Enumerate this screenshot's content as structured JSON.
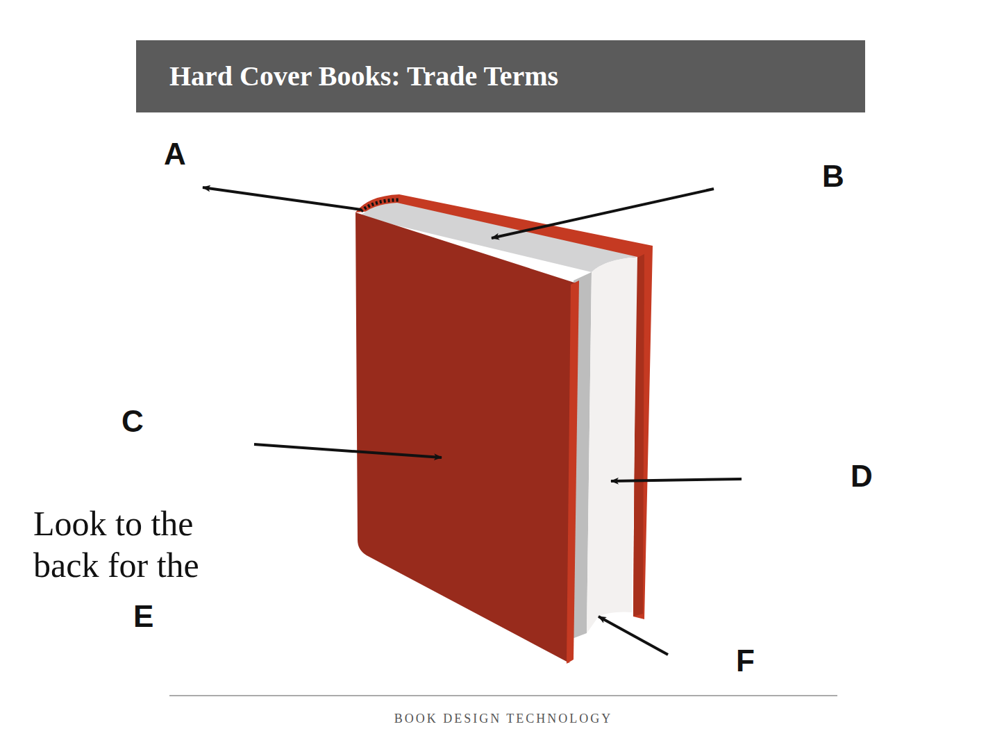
{
  "diagram": {
    "title": "Hard Cover Books: Trade Terms",
    "caption": "BOOK DESIGN TECHNOLOGY",
    "labels": [
      "A",
      "B",
      "C",
      "D",
      "E",
      "F",
      "Look to the back for the"
    ]
  }
}
